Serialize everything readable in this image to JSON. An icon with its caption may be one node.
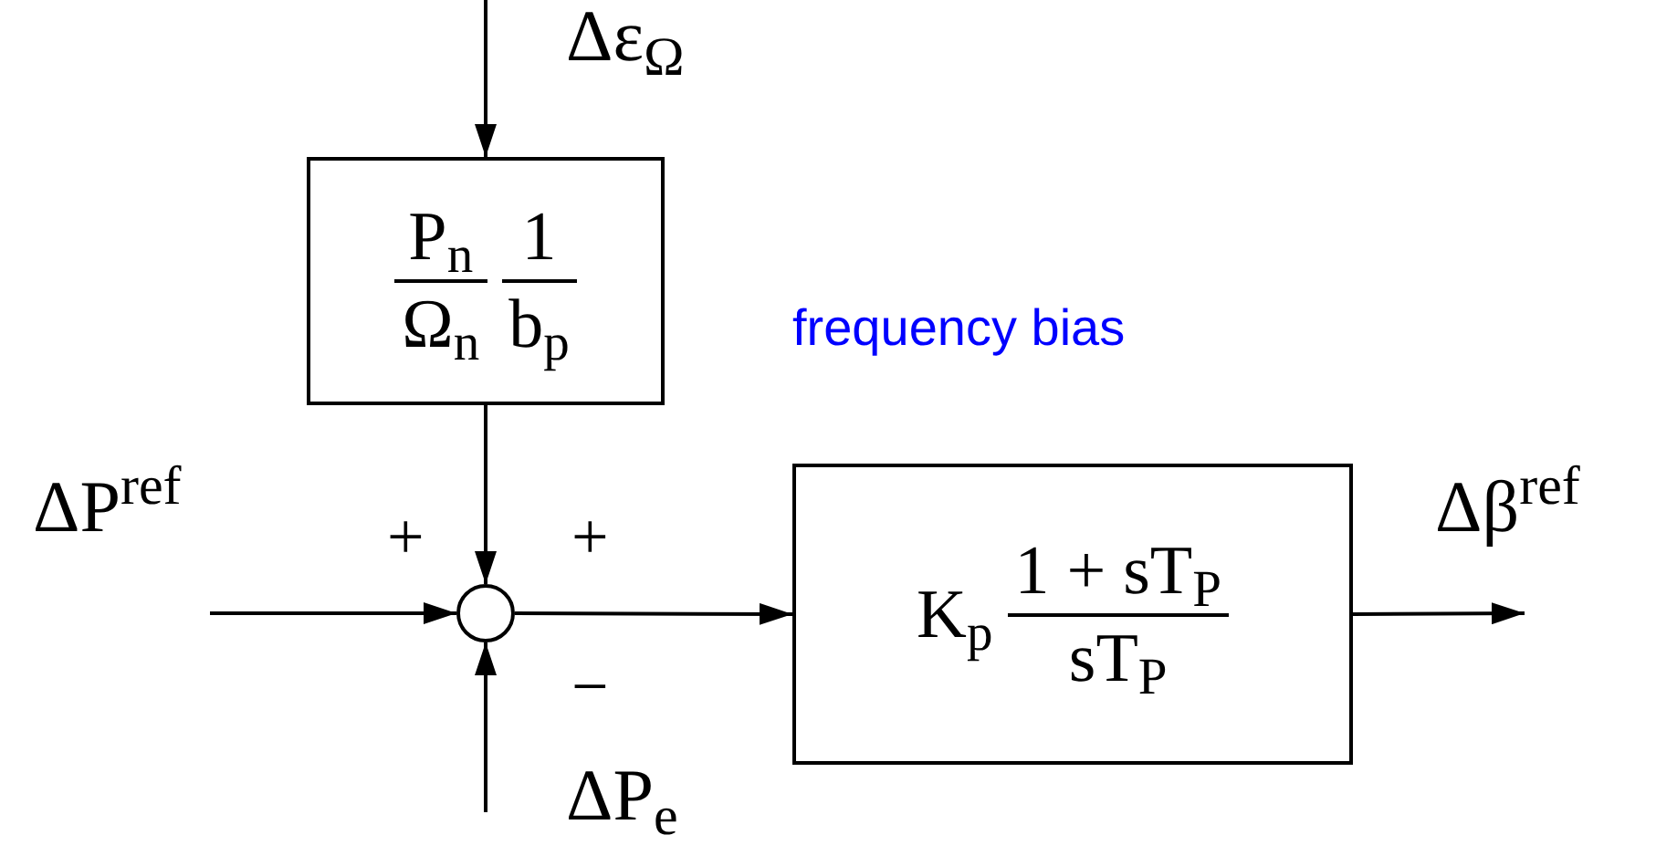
{
  "diagram": {
    "nodes": [
      {
        "text": [
          "P$_{n}$",
          "Ω$_{n}$",
          "1",
          "b$_{p}$"
        ]
      },
      {
        "text": [],
        "shape": "circle"
      },
      {
        "text": [
          "K$_{p}$",
          "1 + sT$_{P}$",
          "sT$_{P}$"
        ]
      }
    ],
    "edges": [
      {
        "from": null,
        "to": 0,
        "arrow": "to"
      },
      {
        "from": 0,
        "to": 1,
        "arrow": "to"
      },
      {
        "from": null,
        "to": 1,
        "arrow": "to"
      },
      {
        "from": null,
        "to": 1,
        "arrow": "to"
      },
      {
        "from": 1,
        "to": 2,
        "arrow": "to"
      },
      {
        "from": 2,
        "to": null,
        "arrow": "to"
      }
    ],
    "labels": [
      "Δε$_{Ω}$",
      "frequency bias",
      "ΔP$^{ref}$",
      "+",
      "+",
      "Δβ$^{ref}$",
      "−",
      "ΔP$_{e}$"
    ]
  }
}
